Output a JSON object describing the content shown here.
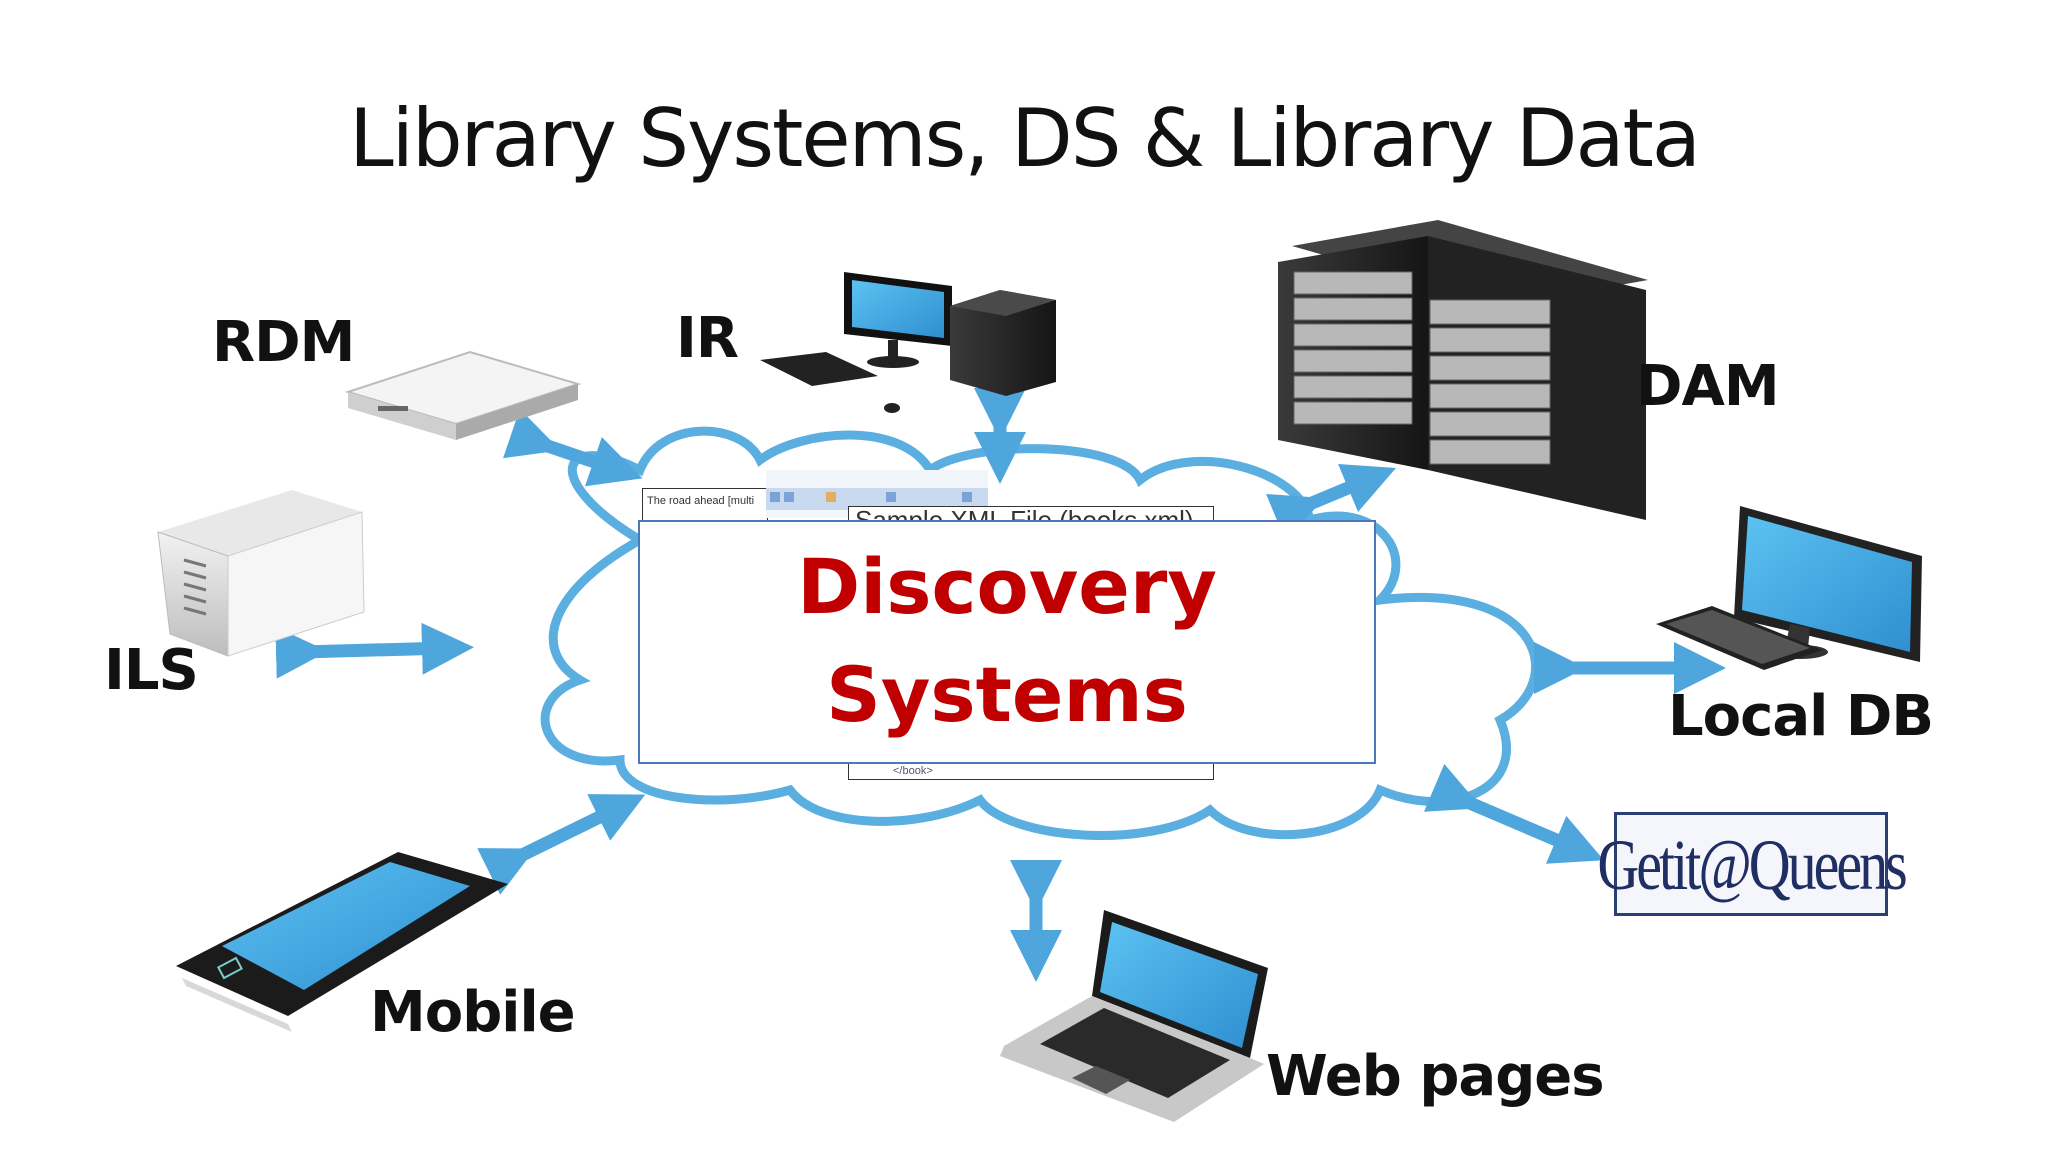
{
  "slide": {
    "title": "Library Systems, DS & Library Data"
  },
  "center": {
    "line1": "Discovery",
    "line2": "Systems",
    "doc_peek_text": "The road ahead [multi",
    "xml_peek_text": "Sample XML File (books.xml)",
    "xml_close_tag": "</book>"
  },
  "nodes": {
    "rdm": "RDM",
    "ir": "IR",
    "dam": "DAM",
    "ils": "ILS",
    "local_db": "Local DB",
    "mobile": "Mobile",
    "web_pages": "Web pages"
  },
  "logo": {
    "text": "Getit@Queens"
  },
  "colors": {
    "cloud": "#5aaee0",
    "arrow": "#4ea6dc",
    "screen": "#39a9e8",
    "center_text": "#c00000",
    "center_border": "#4a78b8"
  }
}
